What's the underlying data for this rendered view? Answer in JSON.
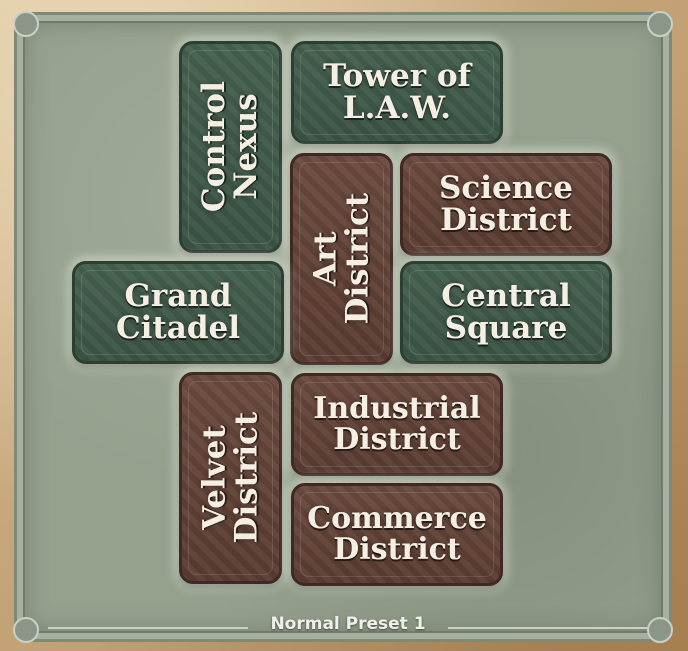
{
  "districts": [
    {
      "name": "Control\nNexus",
      "faction": "green"
    },
    {
      "name": "Tower of\nL.A.W.",
      "faction": "green"
    },
    {
      "name": "Art\nDistrict",
      "faction": "brown"
    },
    {
      "name": "Science\nDistrict",
      "faction": "brown"
    },
    {
      "name": "Grand\nCitadel",
      "faction": "green"
    },
    {
      "name": "Central\nSquare",
      "faction": "green"
    },
    {
      "name": "Velvet\nDistrict",
      "faction": "brown"
    },
    {
      "name": "Industrial\nDistrict",
      "faction": "brown"
    },
    {
      "name": "Commerce\nDistrict",
      "faction": "brown"
    }
  ],
  "colors": {
    "green_tile": "#3f5949",
    "brown_tile": "#62443a",
    "board_felt": "#95a08d",
    "tile_text": "#f4efe2"
  },
  "footer": {
    "preset_label": "Normal Preset 1"
  }
}
